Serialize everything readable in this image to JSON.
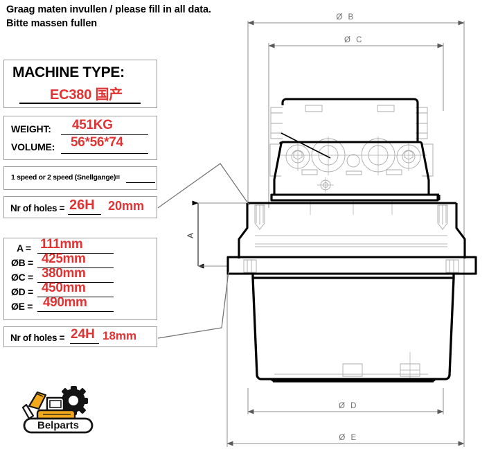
{
  "header": {
    "line1": "Graag maten invullen / please fill in all data.",
    "line2": "Bitte massen fullen"
  },
  "machine_type": {
    "label": "MACHINE TYPE:",
    "value": "EC380 国产"
  },
  "weight_volume": {
    "weight_label": "WEIGHT:",
    "weight_value": "451KG",
    "volume_label": "VOLUME:",
    "volume_value": "56*56*74"
  },
  "speed": {
    "text": "1 speed or 2 speed (Snellgange)=",
    "value": ""
  },
  "holes_top": {
    "label": "Nr of holes =",
    "count": "26H",
    "size": "20mm"
  },
  "dimensions": {
    "rows": [
      {
        "label": "A =",
        "value": "111mm"
      },
      {
        "label": "ØB =",
        "value": "425mm"
      },
      {
        "label": "ØC =",
        "value": "380mm"
      },
      {
        "label": "ØD =",
        "value": "450mm"
      },
      {
        "label": "ØE =",
        "value": "490mm"
      }
    ]
  },
  "holes_bottom": {
    "label": "Nr of holes =",
    "count": "24H",
    "size": "18mm"
  },
  "logo": {
    "brand": "Belparts",
    "icon": "excavator-icon",
    "color_body": "#f2a81d",
    "color_outline": "#1a1a1a"
  },
  "drawing": {
    "title": "travel-motor-final-drive-assembly",
    "dimension_labels": {
      "b": "Ø B",
      "c": "Ø C",
      "d": "Ø D",
      "e": "Ø E",
      "a": "A"
    },
    "line_color": "#000000",
    "thin_color": "#8c8c8c"
  }
}
